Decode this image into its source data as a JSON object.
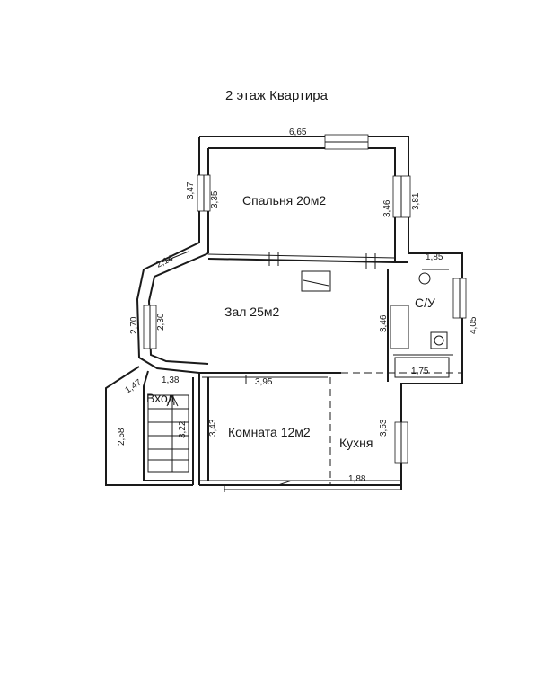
{
  "title": "2 этаж Квартира",
  "rooms": {
    "bedroom": "Спальня 20м2",
    "hall": "Зал 25м2",
    "room": "Комната 12м2",
    "kitchen": "Кухня",
    "bathroom": "С/У",
    "entrance": "Вход"
  },
  "dimensions": {
    "top_width": "6,65",
    "bedroom_left_outer": "3,47",
    "bedroom_left_inner": "3,35",
    "bedroom_right_inner": "3,46",
    "bedroom_right_outer": "3,81",
    "bay_diag_top": "2,14",
    "bay_left_outer": "2,70",
    "bay_left_inner": "2,30",
    "bath_top": "1,85",
    "bath_left": "3,46",
    "bath_right": "4,05",
    "bath_bottom": "1,75",
    "room_top": "3,95",
    "entrance_diag_a": "1,47",
    "entrance_diag_b": "1,38",
    "entrance_left": "2,58",
    "entrance_right": "3,22",
    "room_left": "3,43",
    "kitchen_right": "3,53",
    "kitchen_bottom": "1,88"
  }
}
